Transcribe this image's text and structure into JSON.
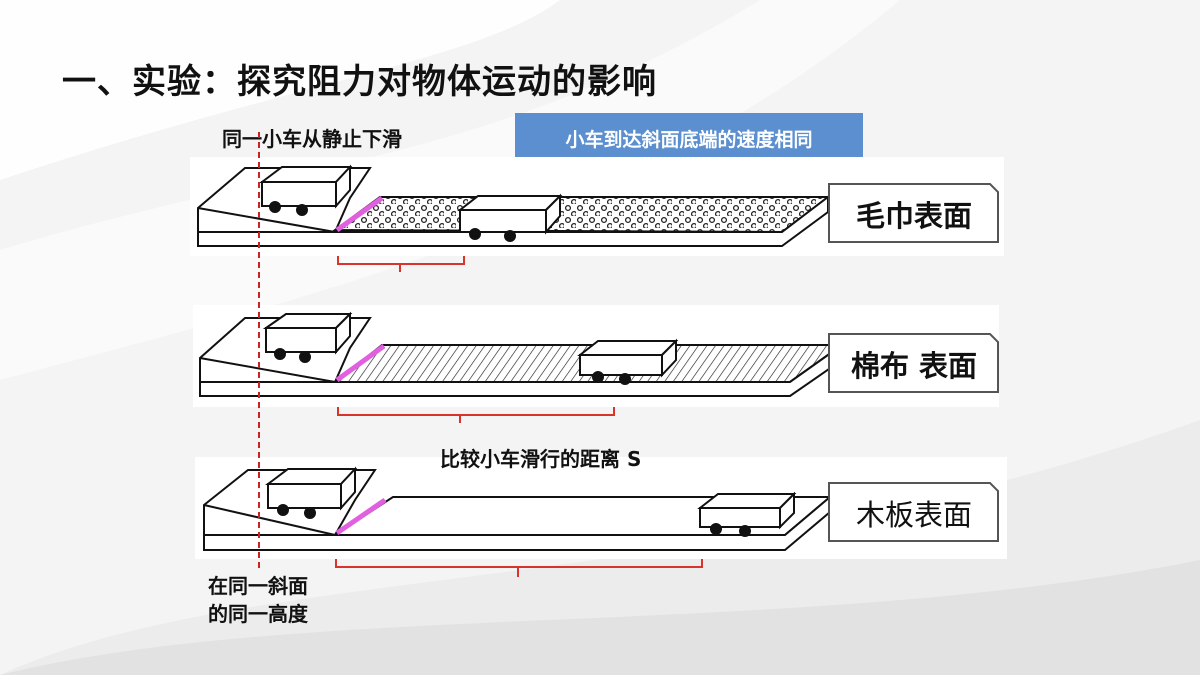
{
  "title": "一、实验：探究阻力对物体运动的影响",
  "labels": {
    "top_note": "同一小车从静止下滑",
    "callout": "小车到达斜面底端的速度相同",
    "compare": "比较小车滑行的距离 S",
    "bottom_note_1": "在同一斜面",
    "bottom_note_2": "的同一高度"
  },
  "surfaces": [
    {
      "name": "毛巾表面",
      "texture": "dots"
    },
    {
      "name": "棉布 表面",
      "texture": "hatch"
    },
    {
      "name": "木板表面",
      "texture": "plain"
    }
  ],
  "colors": {
    "accent_blue": "#5b8fcf",
    "bracket_red": "#d9342b",
    "incline_mark": "#e060e0",
    "dashed_line": "#cc2222"
  }
}
